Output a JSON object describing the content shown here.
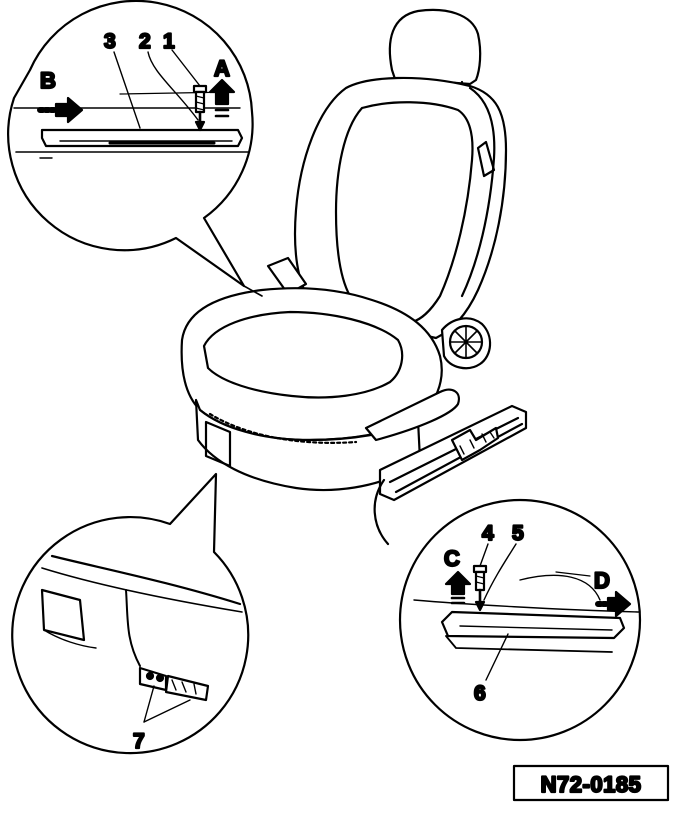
{
  "diagram": {
    "labels": {
      "n1": "1",
      "n2": "2",
      "n3": "3",
      "n4": "4",
      "n5": "5",
      "n6": "6",
      "n7": "7",
      "a": "A",
      "b": "B",
      "c": "C",
      "d": "D"
    },
    "reference": "N72-0185",
    "line_color": "#000000",
    "fill_color": "#ffffff"
  }
}
